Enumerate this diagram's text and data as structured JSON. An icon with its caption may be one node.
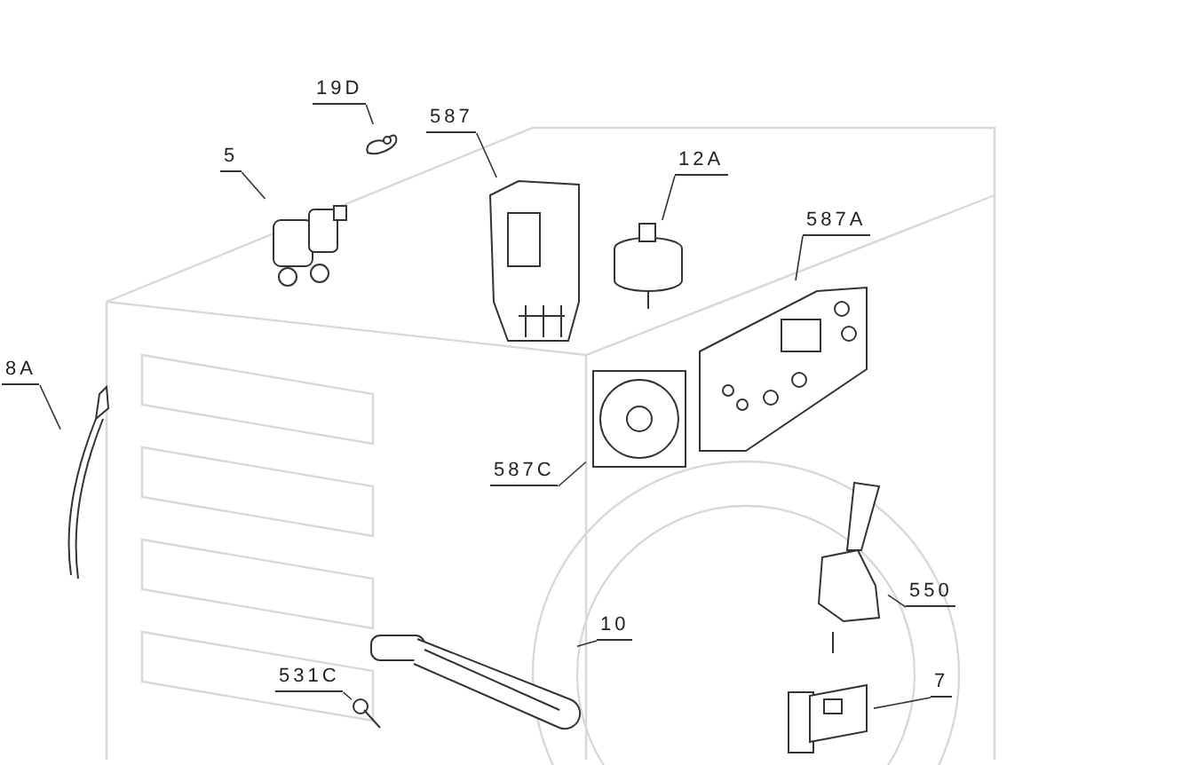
{
  "diagram": {
    "nodes": [
      {
        "text": [
          "19D"
        ]
      },
      {
        "text": [],
        "shape": "picture"
      },
      {
        "text": [
          "5"
        ]
      },
      {
        "text": [],
        "shape": "picture"
      },
      {
        "text": [
          "587"
        ]
      },
      {
        "text": [],
        "shape": "picture"
      },
      {
        "text": [
          "12A"
        ]
      },
      {
        "text": [],
        "shape": "picture"
      },
      {
        "text": [
          "587A"
        ]
      },
      {
        "text": [],
        "shape": "picture"
      },
      {
        "text": [
          "8A"
        ]
      },
      {
        "text": [],
        "shape": "picture"
      },
      {
        "text": [
          "587C"
        ]
      },
      {
        "text": [],
        "shape": "picture"
      },
      {
        "text": [
          "550"
        ]
      },
      {
        "text": [],
        "shape": "picture"
      },
      {
        "text": [
          "10"
        ]
      },
      {
        "text": [],
        "shape": "picture"
      },
      {
        "text": [
          "531C"
        ]
      },
      {
        "text": [],
        "shape": "picture"
      },
      {
        "text": [
          "7"
        ]
      },
      {
        "text": [],
        "shape": "picture"
      }
    ],
    "edges": [
      {
        "from": 0,
        "to": 1,
        "arrow": "none"
      },
      {
        "from": 2,
        "to": 3,
        "arrow": "none"
      },
      {
        "from": 4,
        "to": 5,
        "arrow": "none"
      },
      {
        "from": 6,
        "to": 7,
        "arrow": "none"
      },
      {
        "from": 8,
        "to": 9,
        "arrow": "none"
      },
      {
        "from": 10,
        "to": 11,
        "arrow": "none"
      },
      {
        "from": 12,
        "to": 13,
        "arrow": "none"
      },
      {
        "from": 14,
        "to": 15,
        "arrow": "none"
      },
      {
        "from": 16,
        "to": 17,
        "arrow": "none"
      },
      {
        "from": 18,
        "to": 19,
        "arrow": "none"
      },
      {
        "from": 20,
        "to": 21,
        "arrow": "none"
      }
    ]
  }
}
